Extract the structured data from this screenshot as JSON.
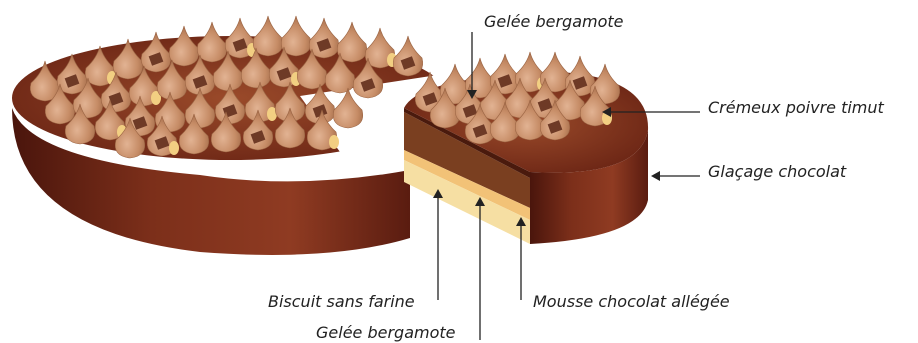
{
  "labels": {
    "top_gelee": "Gelée bergamote",
    "cremeux": "Crémeux poivre timut",
    "glacage": "Glaçage chocolat",
    "mousse": "Mousse chocolat allégée",
    "biscuit": "Biscuit sans farine",
    "bottom_gelee": "Gelée bergamote"
  },
  "colors": {
    "glaze_dark": "#5a1c10",
    "glaze_mid": "#8b3a22",
    "mousse": "#7a3f20",
    "gelee": "#f2cf82",
    "biscuit": "#f6dfa3",
    "cream_piping": "#c9906a",
    "chocolate_square": "#6e3a26",
    "line": "#222222"
  }
}
